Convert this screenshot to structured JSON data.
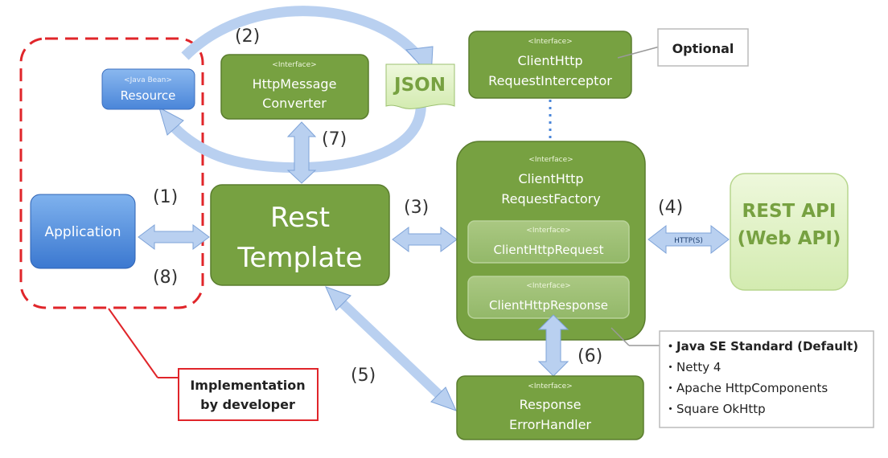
{
  "nodes": {
    "resource": {
      "stereotype": "<Java Bean>",
      "label": "Resource"
    },
    "converter": {
      "stereotype": "<Interface>",
      "line1": "HttpMessage",
      "line2": "Converter"
    },
    "json": {
      "label": "JSON"
    },
    "interceptor": {
      "stereotype": "<Interface>",
      "line1": "ClientHttp",
      "line2": "RequestInterceptor"
    },
    "optional": {
      "label": "Optional"
    },
    "application": {
      "label": "Application"
    },
    "rest_template": {
      "line1": "Rest",
      "line2": "Template"
    },
    "factory": {
      "stereotype": "<Interface>",
      "line1": "ClientHttp",
      "line2": "RequestFactory"
    },
    "request": {
      "stereotype": "<Interface>",
      "label": "ClientHttpRequest"
    },
    "response": {
      "stereotype": "<Interface>",
      "label": "ClientHttpResponse"
    },
    "rest_api": {
      "line1": "REST API",
      "line2": "(Web API)"
    },
    "error_handler": {
      "stereotype": "<Interface>",
      "line1": "Response",
      "line2": "ErrorHandler"
    },
    "impl_note": {
      "line1": "Implementation",
      "line2": "by developer"
    },
    "http_label": "HTTP(S)"
  },
  "steps": [
    "(1)",
    "(2)",
    "(3)",
    "(4)",
    "(5)",
    "(6)",
    "(7)",
    "(8)"
  ],
  "implementations": [
    "・Java SE Standard (Default)",
    "・Netty 4",
    "・Apache HttpComponents",
    "・Square OkHttp"
  ],
  "colors": {
    "green": "#77a141",
    "green_dark": "#5a7d2e",
    "blue": "#4a86d9",
    "light_green": "#ddf0c0",
    "arrow_blue": "#b9d0f0",
    "dashed_red": "#e0252a"
  }
}
